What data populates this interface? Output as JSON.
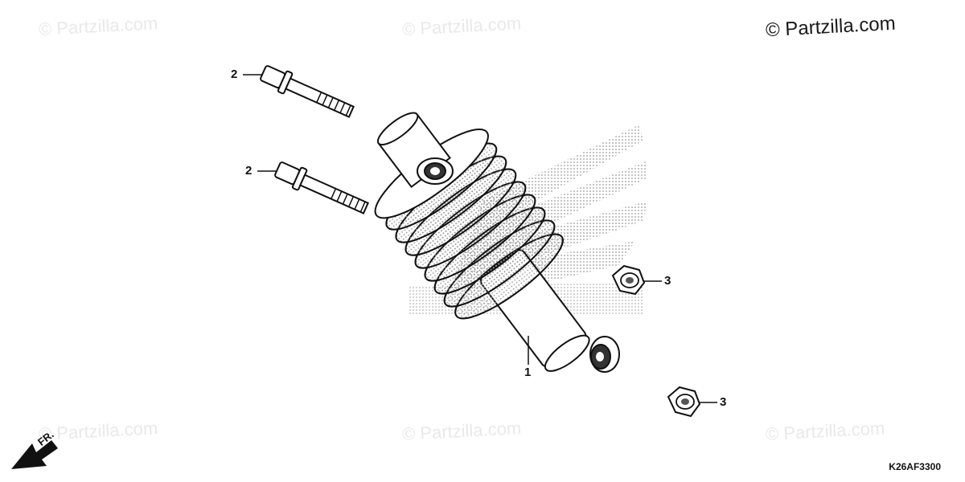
{
  "watermarks": {
    "text": "© Partzilla.com",
    "main": "© Partzilla.com"
  },
  "callouts": {
    "part1": "1",
    "part2a": "2",
    "part2b": "2",
    "part3a": "3",
    "part3b": "3"
  },
  "direction_label": "FR.",
  "diagram_code": "K26AF3300",
  "icons": [
    "honda-wing-logo-icon",
    "front-direction-arrow-icon"
  ]
}
